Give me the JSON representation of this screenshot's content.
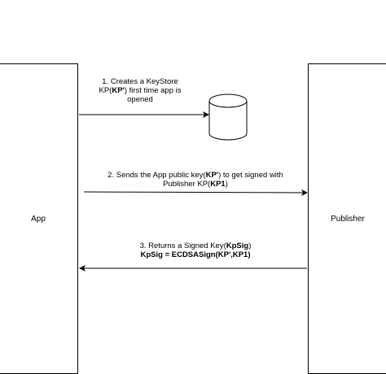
{
  "participants": {
    "app": "App",
    "publisher": "Publisher",
    "keystore_icon": "database-cylinder-icon"
  },
  "messages": [
    {
      "step": "1.",
      "lines": [
        [
          {
            "t": "1. Creates a KeyStore"
          }
        ],
        [
          {
            "t": "KP("
          },
          {
            "t": "KP'",
            "b": true
          },
          {
            "t": ")  first time app is"
          }
        ],
        [
          {
            "t": "opened"
          }
        ]
      ]
    },
    {
      "step": "2.",
      "lines": [
        [
          {
            "t": "2. Sends the App public key("
          },
          {
            "t": "KP'",
            "b": true
          },
          {
            "t": ") to get signed with"
          }
        ],
        [
          {
            "t": "Publisher KP("
          },
          {
            "t": "KP1",
            "b": true
          },
          {
            "t": ")"
          }
        ]
      ]
    },
    {
      "step": "3.",
      "lines": [
        [
          {
            "t": "3. Returns a Signed Key("
          },
          {
            "t": "KpSig",
            "b": true
          },
          {
            "t": ")"
          }
        ],
        [
          {
            "t": "KpSig = ECDSASign(KP',KP1)",
            "b": true
          }
        ]
      ]
    }
  ]
}
